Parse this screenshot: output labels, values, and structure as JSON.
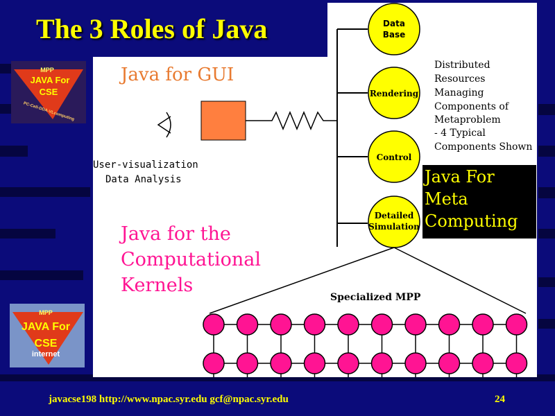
{
  "title": "The 3 Roles of Java",
  "gui": {
    "heading": "Java for GUI",
    "user_label_line1": "User-visualization",
    "user_label_line2": "Data Analysis"
  },
  "kernels": {
    "line1": "Java for the",
    "line2": "Computational",
    "line3": "Kernels",
    "mpp_label": "Specialized MPP"
  },
  "components": [
    {
      "line1": "Data",
      "line2": "Base"
    },
    {
      "line1": "Rendering",
      "line2": ""
    },
    {
      "line1": "Control",
      "line2": ""
    },
    {
      "line1": "Detailed",
      "line2": "Simulation"
    }
  ],
  "distributed_text": [
    "Distributed",
    "Resources",
    "Managing",
    "Components of",
    "Metaproblem",
    "- 4 Typical",
    "Components Shown"
  ],
  "meta": {
    "line1": "Java For",
    "line2": "Meta",
    "line3": "Computing"
  },
  "logo1": {
    "top": "MPP",
    "line1": "JAVA For",
    "line2": "CSE",
    "bottom": "PC-Cell-DDA-VLcomputing"
  },
  "logo2": {
    "top": "MPP",
    "line1": "JAVA For",
    "line2": "CSE",
    "bottom": "internet"
  },
  "footer": {
    "text": "javacse198   http://www.npac.syr.edu gcf@npac.syr.edu",
    "page": "24"
  },
  "colors": {
    "background": "#0b0b7a",
    "title": "#ffff00",
    "gui_heading": "#e87a30",
    "kernels_text": "#ff1493",
    "component_fill": "#ffff00",
    "node_fill": "#ff1493",
    "gui_box": "#ff7f3f",
    "meta_box_bg": "#000000",
    "meta_box_text": "#ffff00"
  }
}
